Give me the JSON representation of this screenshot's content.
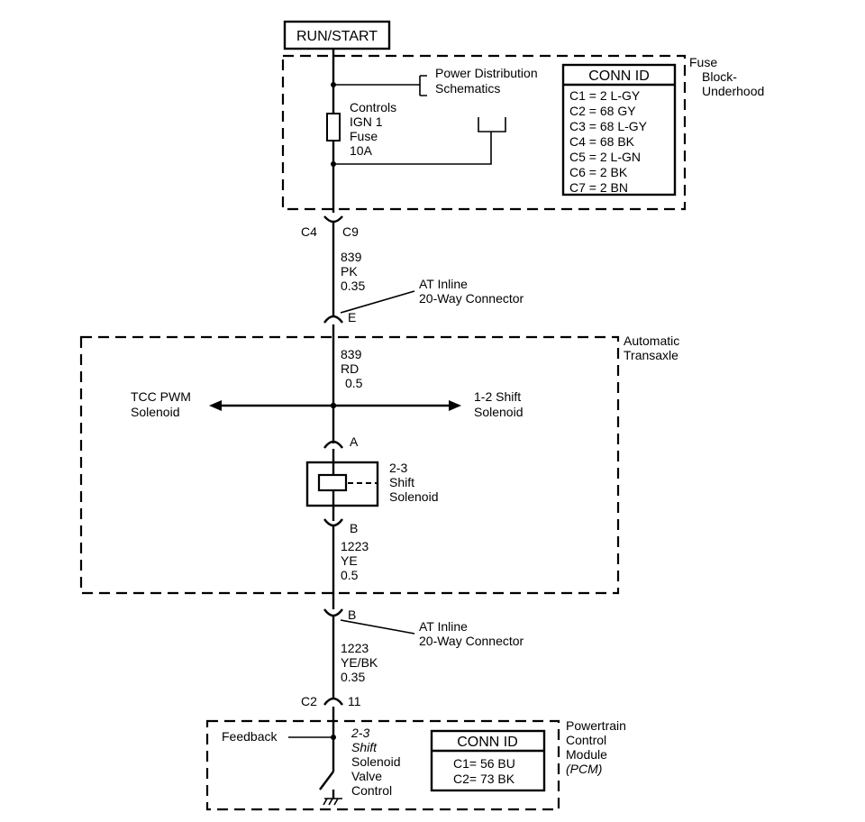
{
  "supply": {
    "label": "RUN/START"
  },
  "fuse_block": {
    "label_lines": [
      "Fuse",
      "Block-",
      "Underhood"
    ],
    "power_dist_lines": [
      "Power Distribution",
      "Schematics"
    ],
    "fuse_lines": [
      "Controls",
      "IGN 1",
      "Fuse",
      "10A"
    ],
    "conn_id": {
      "title": "CONN ID",
      "rows": [
        "C1 = 2 L-GY",
        "C2 = 68 GY",
        "C3 = 68 L-GY",
        "C4 = 68 BK",
        "C5 = 2 L-GN",
        "C6 = 2 BK",
        "C7 = 2 BN"
      ]
    }
  },
  "connectors": {
    "c4": "C4",
    "c9": "C9",
    "e": "E",
    "a": "A",
    "b1": "B",
    "b2": "B",
    "c2": "C2",
    "pin11": "11"
  },
  "wires": {
    "w1": [
      "839",
      "PK",
      "0.35"
    ],
    "w2": [
      "839",
      "RD",
      "0.5"
    ],
    "w3": [
      "1223",
      "YE",
      "0.5"
    ],
    "w4": [
      "1223",
      "YE/BK",
      "0.35"
    ]
  },
  "inline_connector_1": [
    "AT Inline",
    "20-Way Connector"
  ],
  "inline_connector_2": [
    "AT Inline",
    "20-Way Connector"
  ],
  "transaxle": {
    "label_lines": [
      "Automatic",
      "Transaxle"
    ],
    "left_arrow_lines": [
      "TCC PWM",
      "Solenoid"
    ],
    "right_arrow_lines": [
      "1-2 Shift",
      "Solenoid"
    ],
    "solenoid_lines": [
      "2-3",
      "Shift",
      "Solenoid"
    ]
  },
  "pcm": {
    "label_lines": [
      "Powertrain",
      "Control",
      "Module",
      "(PCM)"
    ],
    "feedback": "Feedback",
    "control_lines": [
      "2-3",
      "Shift",
      "Solenoid",
      "Valve",
      "Control"
    ],
    "conn_id": {
      "title": "CONN ID",
      "rows": [
        "C1= 56 BU",
        "C2= 73 BK"
      ]
    }
  }
}
